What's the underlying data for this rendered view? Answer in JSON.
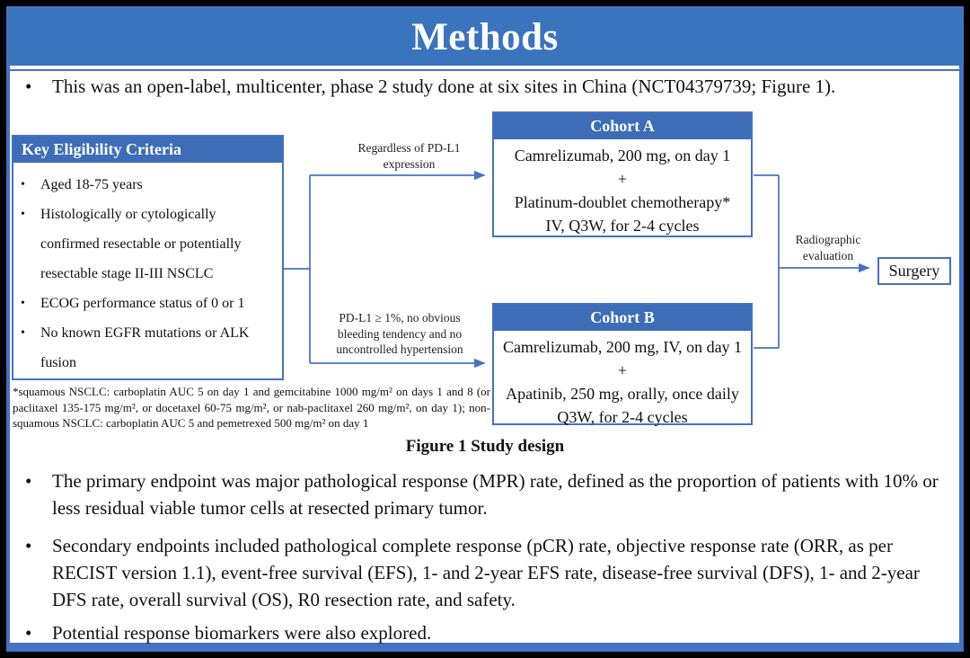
{
  "title": "Methods",
  "colors": {
    "title_bar_blue": "#3a74bd",
    "box_header_blue": "#3d6db6",
    "line_blue": "#4472c4",
    "frame_blue": "#4472c4",
    "outer_border": "#000000"
  },
  "intro_bullet": "This was an open-label, multicenter, phase 2 study done at six sites in China (NCT04379739; Figure 1).",
  "figure": {
    "caption": "Figure 1 Study design",
    "eligibility": {
      "header": "Key Eligibility Criteria",
      "items": [
        "Aged 18-75 years",
        "Histologically or cytologically confirmed resectable or potentially resectable stage II-III NSCLC",
        "ECOG performance status of 0 or 1",
        "No known EGFR mutations or ALK fusion"
      ]
    },
    "branch_labels": {
      "top": "Regardless of PD-L1\nexpression",
      "bottom": "PD-L1 ≥ 1%, no obvious\nbleeding tendency and no\nuncontrolled hypertension"
    },
    "cohort_a": {
      "header": "Cohort A",
      "lines": [
        "Camrelizumab, 200 mg, on day 1",
        "+",
        "Platinum-doublet chemotherapy*",
        "IV, Q3W, for 2-4 cycles"
      ]
    },
    "cohort_b": {
      "header": "Cohort B",
      "lines": [
        "Camrelizumab, 200 mg, IV, on day 1",
        "+",
        "Apatinib, 250 mg, orally, once daily",
        "Q3W, for 2-4 cycles"
      ]
    },
    "evaluation_label": "Radiographic\nevaluation",
    "surgery_label": "Surgery",
    "footnote": "*squamous NSCLC: carboplatin AUC 5 on day 1 and gemcitabine 1000 mg/m² on days 1 and 8 (or paclitaxel 135-175 mg/m², or docetaxel 60-75 mg/m², or nab-paclitaxel 260 mg/m², on day 1); non-squamous NSCLC: carboplatin AUC 5 and pemetrexed 500 mg/m² on day 1"
  },
  "bullets": [
    "The primary endpoint was major pathological response (MPR) rate, defined as the proportion of patients with 10% or less residual viable tumor cells at resected primary tumor.",
    "Secondary endpoints included pathological complete response (pCR) rate, objective response rate (ORR, as per RECIST version 1.1), event-free survival (EFS), 1- and 2-year EFS rate, disease-free survival (DFS), 1- and 2-year DFS rate, overall survival (OS), R0 resection rate, and safety.",
    "Potential response biomarkers were also explored."
  ],
  "bullet_marker": "•"
}
